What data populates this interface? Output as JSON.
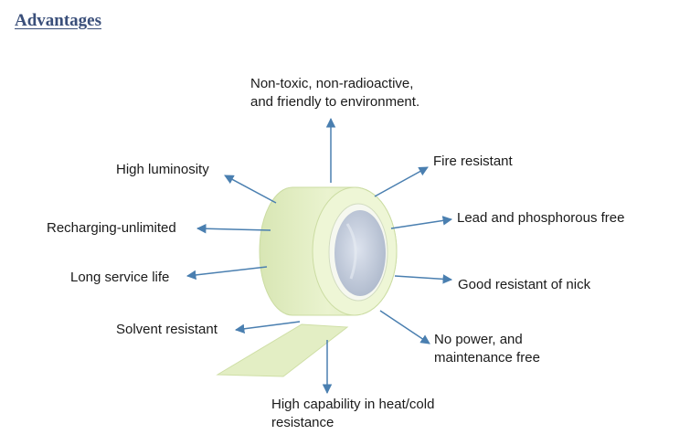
{
  "heading": "Advantages",
  "labels": {
    "top": "Non-toxic, non-radioactive,\nand friendly to environment.",
    "fire": "Fire resistant",
    "lead": "Lead and phosphorous free",
    "nick": "Good resistant of nick",
    "power": "No power, and\nmaintenance free",
    "heat": "High capability in heat/cold\nresistance",
    "lum": "High luminosity",
    "recharge": "Recharging-unlimited",
    "life": "Long service life",
    "solvent": "Solvent resistant"
  },
  "colors": {
    "heading": "#3a4f7a",
    "arrow": "#4a7fb0",
    "tape": "#e6f0c8",
    "tape_edge": "#cfe0a8",
    "core": "#c9d3e3"
  }
}
